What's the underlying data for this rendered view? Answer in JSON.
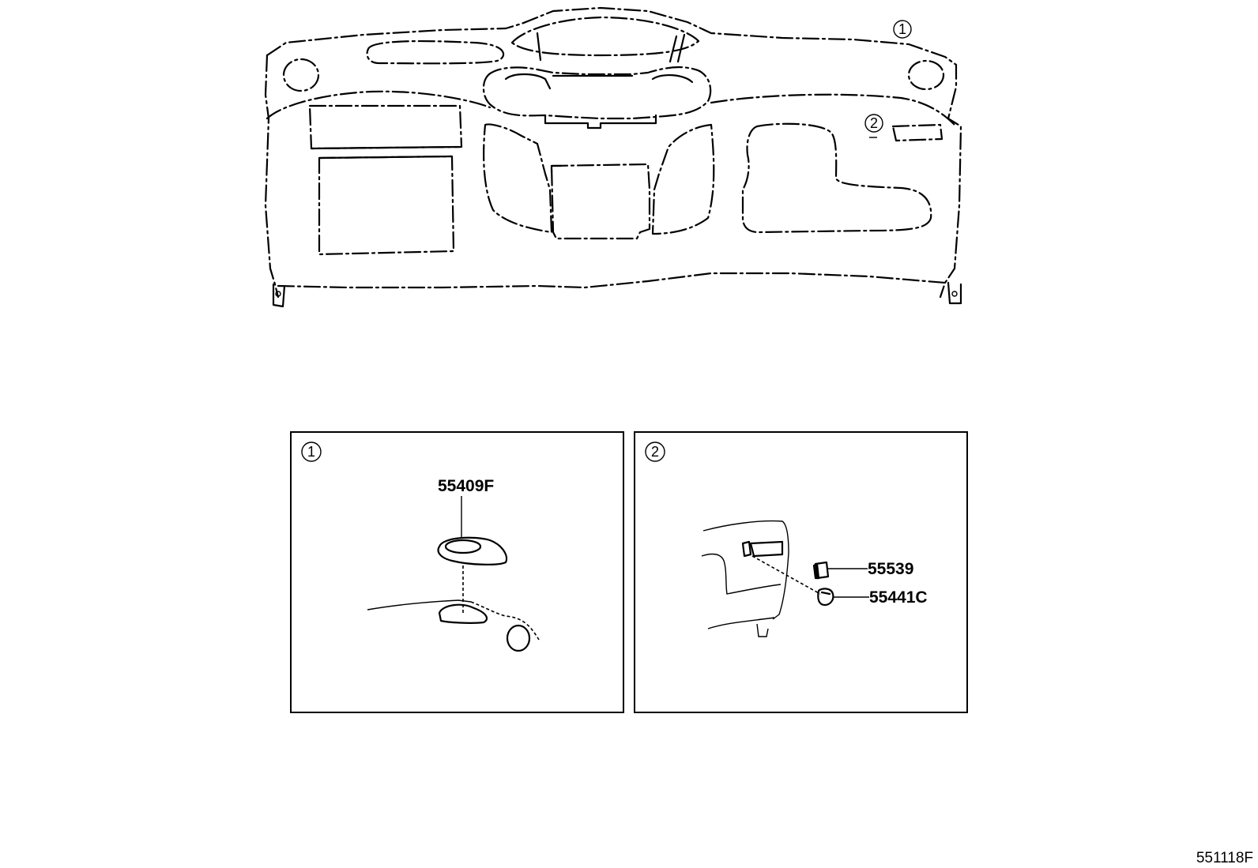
{
  "callouts": {
    "one": "1",
    "two": "2"
  },
  "detail_1": {
    "callout": "1",
    "parts": [
      "55409F"
    ]
  },
  "detail_2": {
    "callout": "2",
    "parts": [
      "55539",
      "55441C"
    ]
  },
  "reference_code": "551118F"
}
